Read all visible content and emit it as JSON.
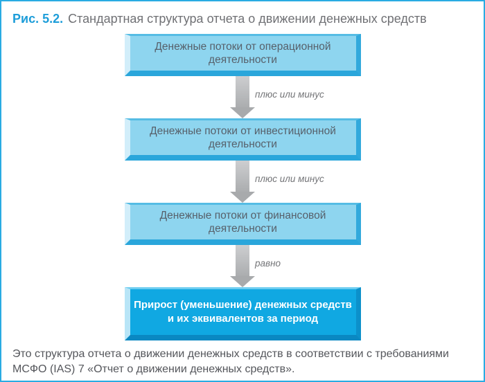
{
  "figure": {
    "label": "Рис. 5.2.",
    "title": "Стандартная структура отчета о движении денежных средств"
  },
  "diagram": {
    "boxes": [
      {
        "id": "operating",
        "text": "Денежные потоки от операционной деятельности",
        "style": "light"
      },
      {
        "id": "investing",
        "text": "Денежные потоки от инвестиционной деятельности",
        "style": "light"
      },
      {
        "id": "financing",
        "text": "Денежные потоки от финансовой деятельности",
        "style": "light"
      },
      {
        "id": "net-change",
        "text": "Прирост (уменьшение) денежных средств и их эквивалентов за период",
        "style": "accent"
      }
    ],
    "connectors": [
      {
        "label": "плюс или минус"
      },
      {
        "label": "плюс или минус"
      },
      {
        "label": "равно"
      }
    ]
  },
  "caption": {
    "line1": "Это структура отчета о движении денежных средств в соответствии с требованиями",
    "line2": "МСФО (IAS) 7 «Отчет о движении денежных средств»."
  },
  "colors": {
    "frame_border": "#29abe2",
    "figure_label": "#1d9dd9",
    "light_box_fill": "#8ed5ef",
    "accent_box_fill": "#10a8e2",
    "box_text": "#57606a",
    "accent_text": "#ffffff",
    "arrow_gray": "#abadaf",
    "caption_text": "#54565b"
  }
}
